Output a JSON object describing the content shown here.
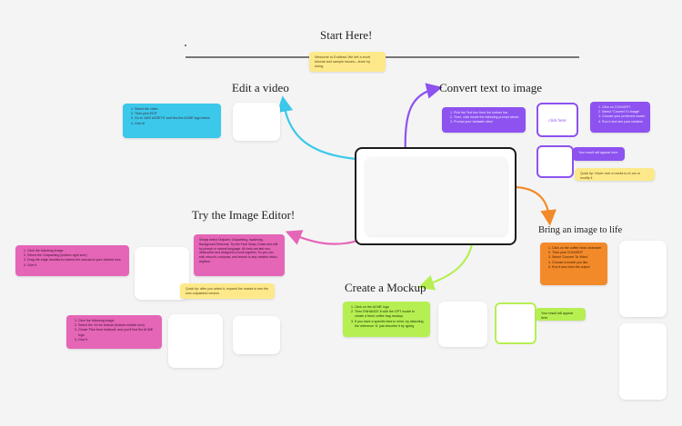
{
  "header": {
    "title": "Start Here!",
    "welcome_note": "Welcome to Endless! We left a short tutorial and sample issues—learn by doing."
  },
  "sections": {
    "edit_video": {
      "title": "Edit a video",
      "steps": [
        "Select the video",
        "Then pick EDIT",
        "Go to 'ADD ASSETS' and find the ACME logo below",
        "Give it!"
      ]
    },
    "convert_text": {
      "title": "Convert text to image",
      "steps": [
        "Pick the Text box from the bottom bar",
        "Then, click inside the following prompt above",
        "Prompt your fantastic idea!"
      ],
      "click_here": "click here",
      "side_steps": [
        "Click on CONVERT",
        "Select \"Convert To Image\"",
        "Choose your preferred model",
        "Run it and see your creation"
      ],
      "result_note": "Your result will appear here",
      "tip_note": "Quick tip: Hover over a media to re-run or modify it"
    },
    "image_editor": {
      "title": "Try the Image Editor!",
      "steps": [
        "Click the following image",
        "Select the Outpainting (bottom-right icon)",
        "Drag the edge handles to extend the canvas to your desired size",
        "Give it"
      ],
      "info_note": "Simply select Outpaint, Outpainting, Inpainting, Background Removal. Try the Face Swap, Erase and edit by prompt or natural language. All tools are fast non-destructive and designed to work together. So you can edit, retouch, compose, and rework to any creative vision, anytime.",
      "tip_note": "Quick tip: after you select it, expand the masks to see the new outpainted version",
      "steps2": [
        "Click the following image",
        "Select the 'Im for feature (bottom-middle icon)",
        "Chose 'Pick from Notbook' and you'll find the ACME logo",
        "Give it"
      ]
    },
    "bring_to_life": {
      "title": "Bring an image to life",
      "steps": [
        "Click on the coffee bean character",
        "Then pick CONVERT",
        "Select 'Convert To Video'",
        "Choose a model you like",
        "Run it and view the output"
      ]
    },
    "mockup": {
      "title": "Create a Mockup",
      "steps": [
        "Click on the ACME logo",
        "Then ENHANCE it with the GPT model to create a fresh coffee bag mockup",
        "If you have a specific idea in mind, try attaching the reference 'A' just describe it by typing"
      ],
      "result_note": "Your result will appear here"
    }
  },
  "colors": {
    "cyan": "#3bc8ea",
    "purple": "#8d52f0",
    "pink": "#e565b7",
    "orange": "#f38a2a",
    "green": "#b6ef52",
    "yellow": "#fde98a"
  }
}
